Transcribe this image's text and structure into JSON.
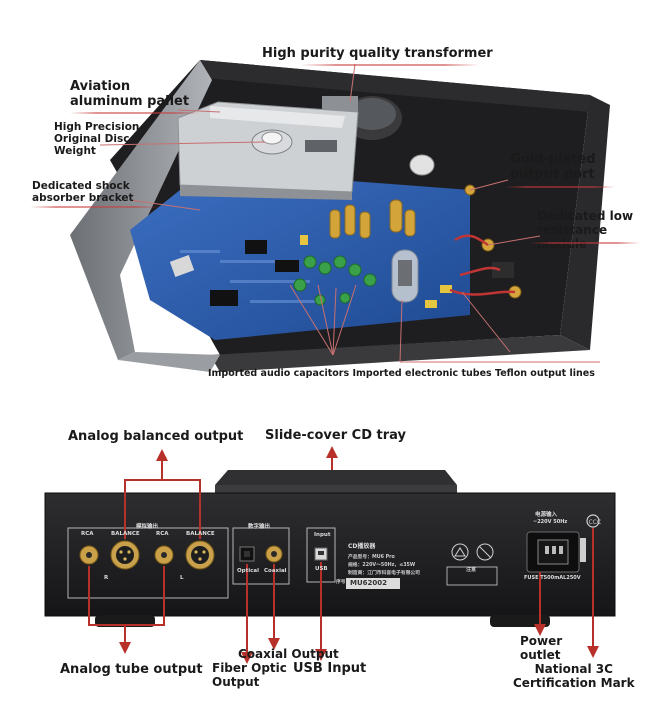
{
  "top_labels": {
    "transformer": "High purity quality transformer",
    "pallet": "Aviation\naluminum pallet",
    "disc_weight": "High Precision\nOriginal Disc\nWeight",
    "shock_bracket": "Dedicated shock\nabsorber bracket",
    "gold_port": "Gold-plated\noutput port",
    "low_res": "Dedicated low\nresistance\nmodule",
    "bottom_row": "Imported audio capacitors Imported electronic tubes Teflon output lines"
  },
  "bottom_labels": {
    "analog_balanced": "Analog balanced output",
    "slide_cover": "Slide-cover CD tray",
    "analog_tube": "Analog tube output",
    "coaxial": "Coaxial Output",
    "fiber": "Fiber Optic\nOutput",
    "usb": "USB Input",
    "power": "Power\noutlet",
    "national_3c": "National 3C\nCertification Mark"
  },
  "panel_text": {
    "rca": "RCA",
    "balance": "BALANCE",
    "analog_cn": "模拟输出",
    "digital_cn": "数字输出",
    "optical": "Optical",
    "coaxial": "Coaxial",
    "input": "Input",
    "usb": "USB",
    "product_cn": "CD播放器",
    "model_line": "产品型号：MU6 Pro",
    "spec_line": "规格：220V～50Hz，≤35W",
    "maker_line": "制造商：江门市科音电子有限公司",
    "serial_label": "序号：",
    "serial": "MU62002",
    "power_cn": "电源输入",
    "power_spec": "~220V 50Hz",
    "fuse": "FUSE T500mAL250V",
    "notice_cn": "注意",
    "ch_r": "R",
    "ch_l": "L"
  },
  "colors": {
    "accent_red": "#b8302a",
    "chassis": "#232325",
    "pcb_blue": "#2a5aa8",
    "aluminum": "#b9bcc0"
  }
}
